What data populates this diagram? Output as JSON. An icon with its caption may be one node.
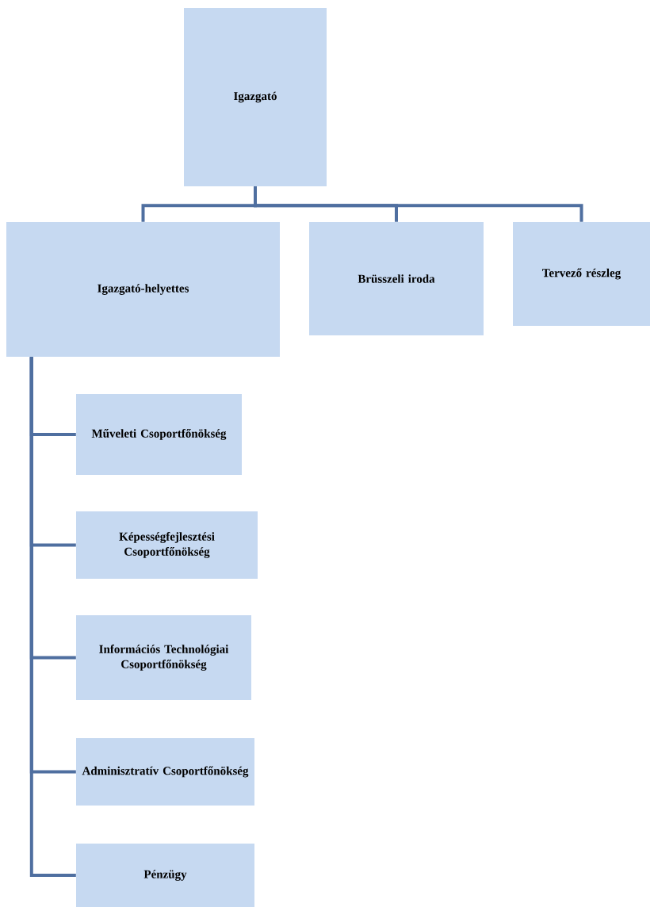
{
  "diagram": {
    "nodes": [
      {
        "text": [
          "Igazgató"
        ]
      },
      {
        "text": [
          "Igazgató-helyettes"
        ]
      },
      {
        "text": [
          "Brüsszeli iroda"
        ]
      },
      {
        "text": [
          "Tervező részleg"
        ]
      },
      {
        "text": [
          "Műveleti Csoportfőnökség"
        ]
      },
      {
        "text": [
          "Képességfejlesztési Csoportfőnökség"
        ]
      },
      {
        "text": [
          "Információs Technológiai Csoportfőnökség"
        ]
      },
      {
        "text": [
          "Adminisztratív Csoportfőnökség"
        ]
      },
      {
        "text": [
          "Pénzügy"
        ]
      }
    ],
    "edges": [
      {
        "from": 0,
        "to": 1,
        "arrow": "none"
      },
      {
        "from": 0,
        "to": 2,
        "arrow": "none"
      },
      {
        "from": 0,
        "to": 3,
        "arrow": "none"
      },
      {
        "from": 1,
        "to": 4,
        "arrow": "none"
      },
      {
        "from": 1,
        "to": 5,
        "arrow": "none"
      },
      {
        "from": 1,
        "to": 6,
        "arrow": "none"
      },
      {
        "from": 1,
        "to": 7,
        "arrow": "none"
      },
      {
        "from": 1,
        "to": 8,
        "arrow": "none"
      }
    ]
  }
}
